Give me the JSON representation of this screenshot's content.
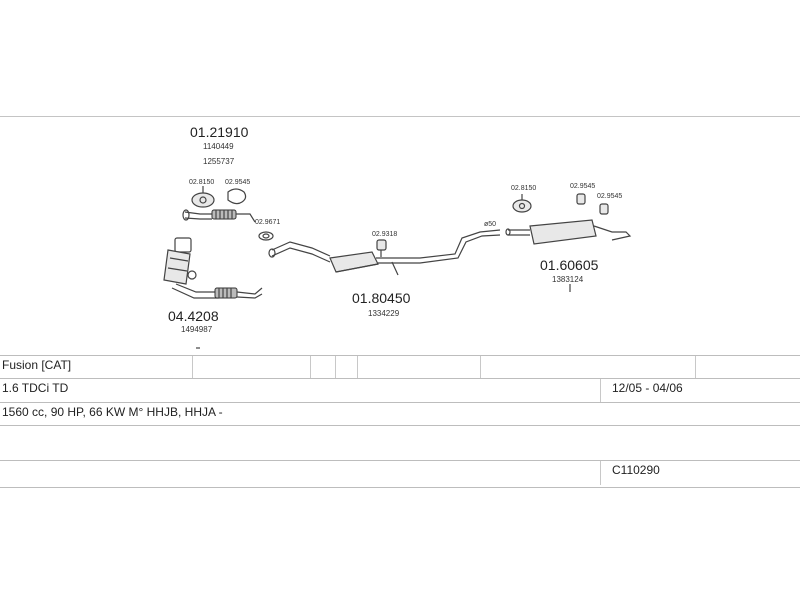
{
  "diagram": {
    "parts": [
      {
        "number": "01.21910",
        "refs": [
          "1140449",
          "1255737"
        ]
      },
      {
        "number": "04.4208",
        "refs": [
          "1494987"
        ]
      },
      {
        "number": "01.80450",
        "refs": [
          "1334229"
        ]
      },
      {
        "number": "01.60605",
        "refs": [
          "1383124"
        ]
      }
    ],
    "small_parts": {
      "mount_a": "02.8150",
      "mount_b": "02.9545",
      "gasket": "02.9671",
      "hanger_mid": "02.9318",
      "pipe_dia": "ø50",
      "mount_rear_a": "02.8150",
      "mount_rear_b": "02.9545",
      "mount_rear_c": "02.9545"
    }
  },
  "info": {
    "model": "Fusion  [CAT]",
    "engine": "1.6 TDCi TD",
    "date_range": "12/05 - 04/06",
    "specs": "1560 cc, 90 HP, 66 KW M° HHJB, HHJA -",
    "code": "C110290"
  }
}
